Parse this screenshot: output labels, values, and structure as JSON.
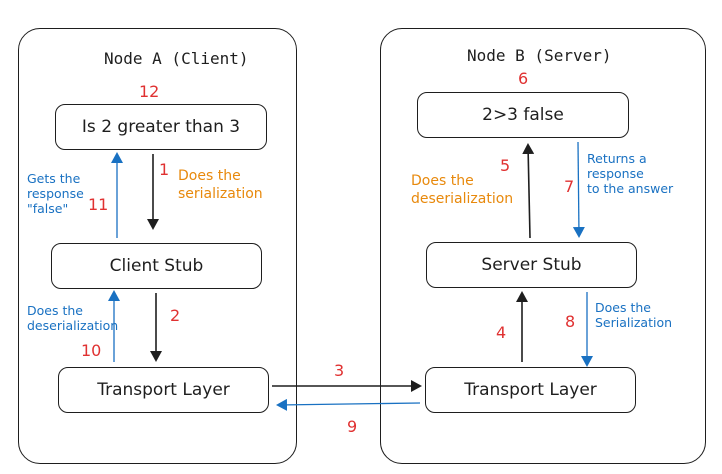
{
  "nodes": {
    "a_title": "Node A (Client)",
    "b_title": "Node B (Server)"
  },
  "boxes": {
    "question": "Is 2 greater than 3",
    "client_stub": "Client Stub",
    "transport_a": "Transport Layer",
    "answer": "2>3 false",
    "server_stub": "Server Stub",
    "transport_b": "Transport Layer"
  },
  "steps": {
    "s1": "1",
    "s2": "2",
    "s3": "3",
    "s4": "4",
    "s5": "5",
    "s6": "6",
    "s7": "7",
    "s8": "8",
    "s9": "9",
    "s10": "10",
    "s11": "11",
    "s12": "12"
  },
  "notes": {
    "does_serialization": "Does the\nserialization",
    "gets_response": "Gets the\nresponse\n\"false\"",
    "does_deserialization_a": "Does the\ndeserialization",
    "does_deserialization_b": "Does the\ndeserialization",
    "returns_response": "Returns a\nresponse\nto the answer",
    "does_serialization_b": "Does the\nSerialization"
  },
  "colors": {
    "stroke": "#1e1e1e",
    "step_number": "#e03131",
    "note_orange": "#e8890c",
    "note_blue": "#1971c2",
    "return_arrow": "#1971c2"
  }
}
